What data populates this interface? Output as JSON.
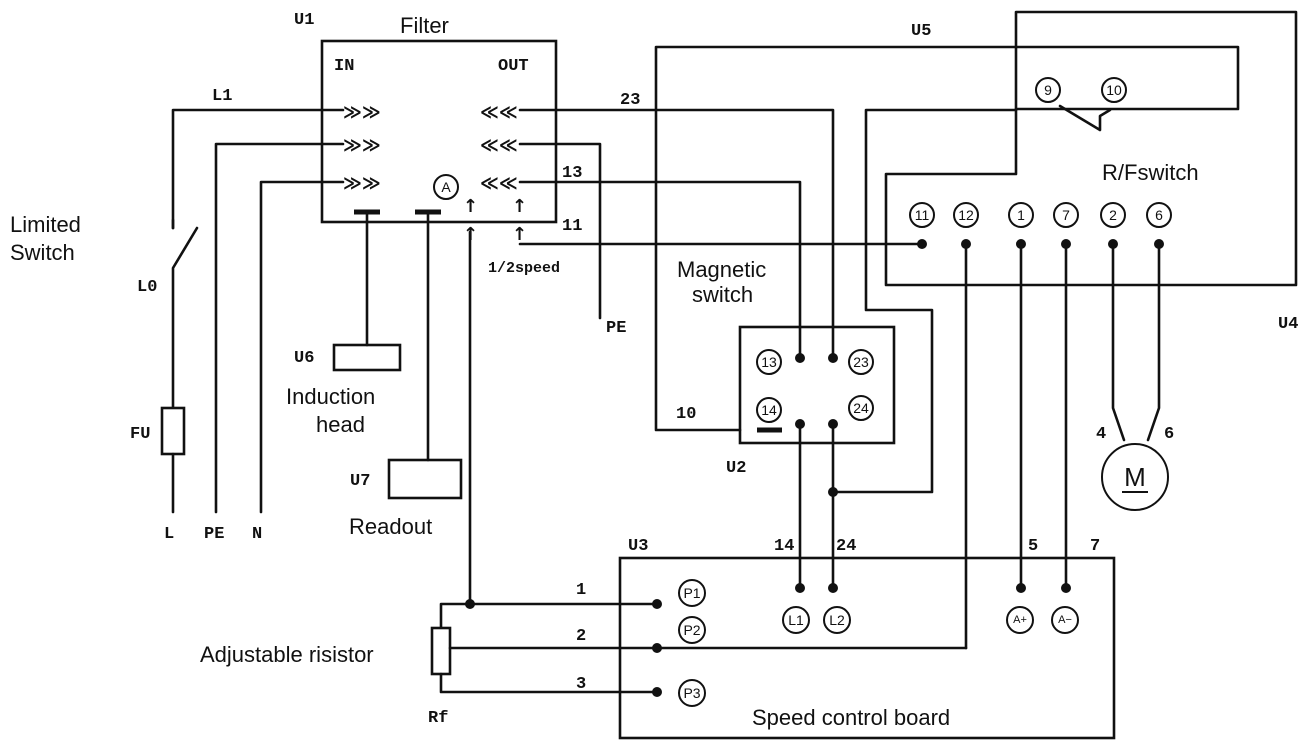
{
  "units": {
    "u1": "U1",
    "u2": "U2",
    "u3": "U3",
    "u4": "U4",
    "u5": "U5",
    "u6": "U6",
    "u7": "U7"
  },
  "filter": {
    "title": "Filter",
    "in": "IN",
    "out": "OUT",
    "a_terminal": "A"
  },
  "wires": {
    "l1": "L1",
    "l0": "L0",
    "fu": "FU",
    "l": "L",
    "pe": "PE",
    "n": "N",
    "w23": "23",
    "w13": "13",
    "w11": "11",
    "half_speed": "1/2speed",
    "pe_right": "PE",
    "w10": "10",
    "w14": "14",
    "w24": "24",
    "w5": "5",
    "w7": "7",
    "w1": "1",
    "w2": "2",
    "w3": "3",
    "rf": "Rf",
    "m4": "4",
    "m6": "6"
  },
  "labels": {
    "limited_switch_1": "Limited",
    "limited_switch_2": "Switch",
    "induction_head_1": "Induction",
    "induction_head_2": "head",
    "readout": "Readout",
    "magnetic_switch_1": "Magnetic",
    "magnetic_switch_2": "switch",
    "rf_switch": "R/Fswitch",
    "adjustable_resistor": "Adjustable risistor",
    "speed_control_board": "Speed control board",
    "motor": "M"
  },
  "terminals": {
    "mag": [
      "13",
      "23",
      "14",
      "24"
    ],
    "rf": [
      "9",
      "10",
      "11",
      "12",
      "1",
      "7",
      "2",
      "6"
    ],
    "board": [
      "P1",
      "P2",
      "P3",
      "L1",
      "L2",
      "A+",
      "A−"
    ]
  }
}
